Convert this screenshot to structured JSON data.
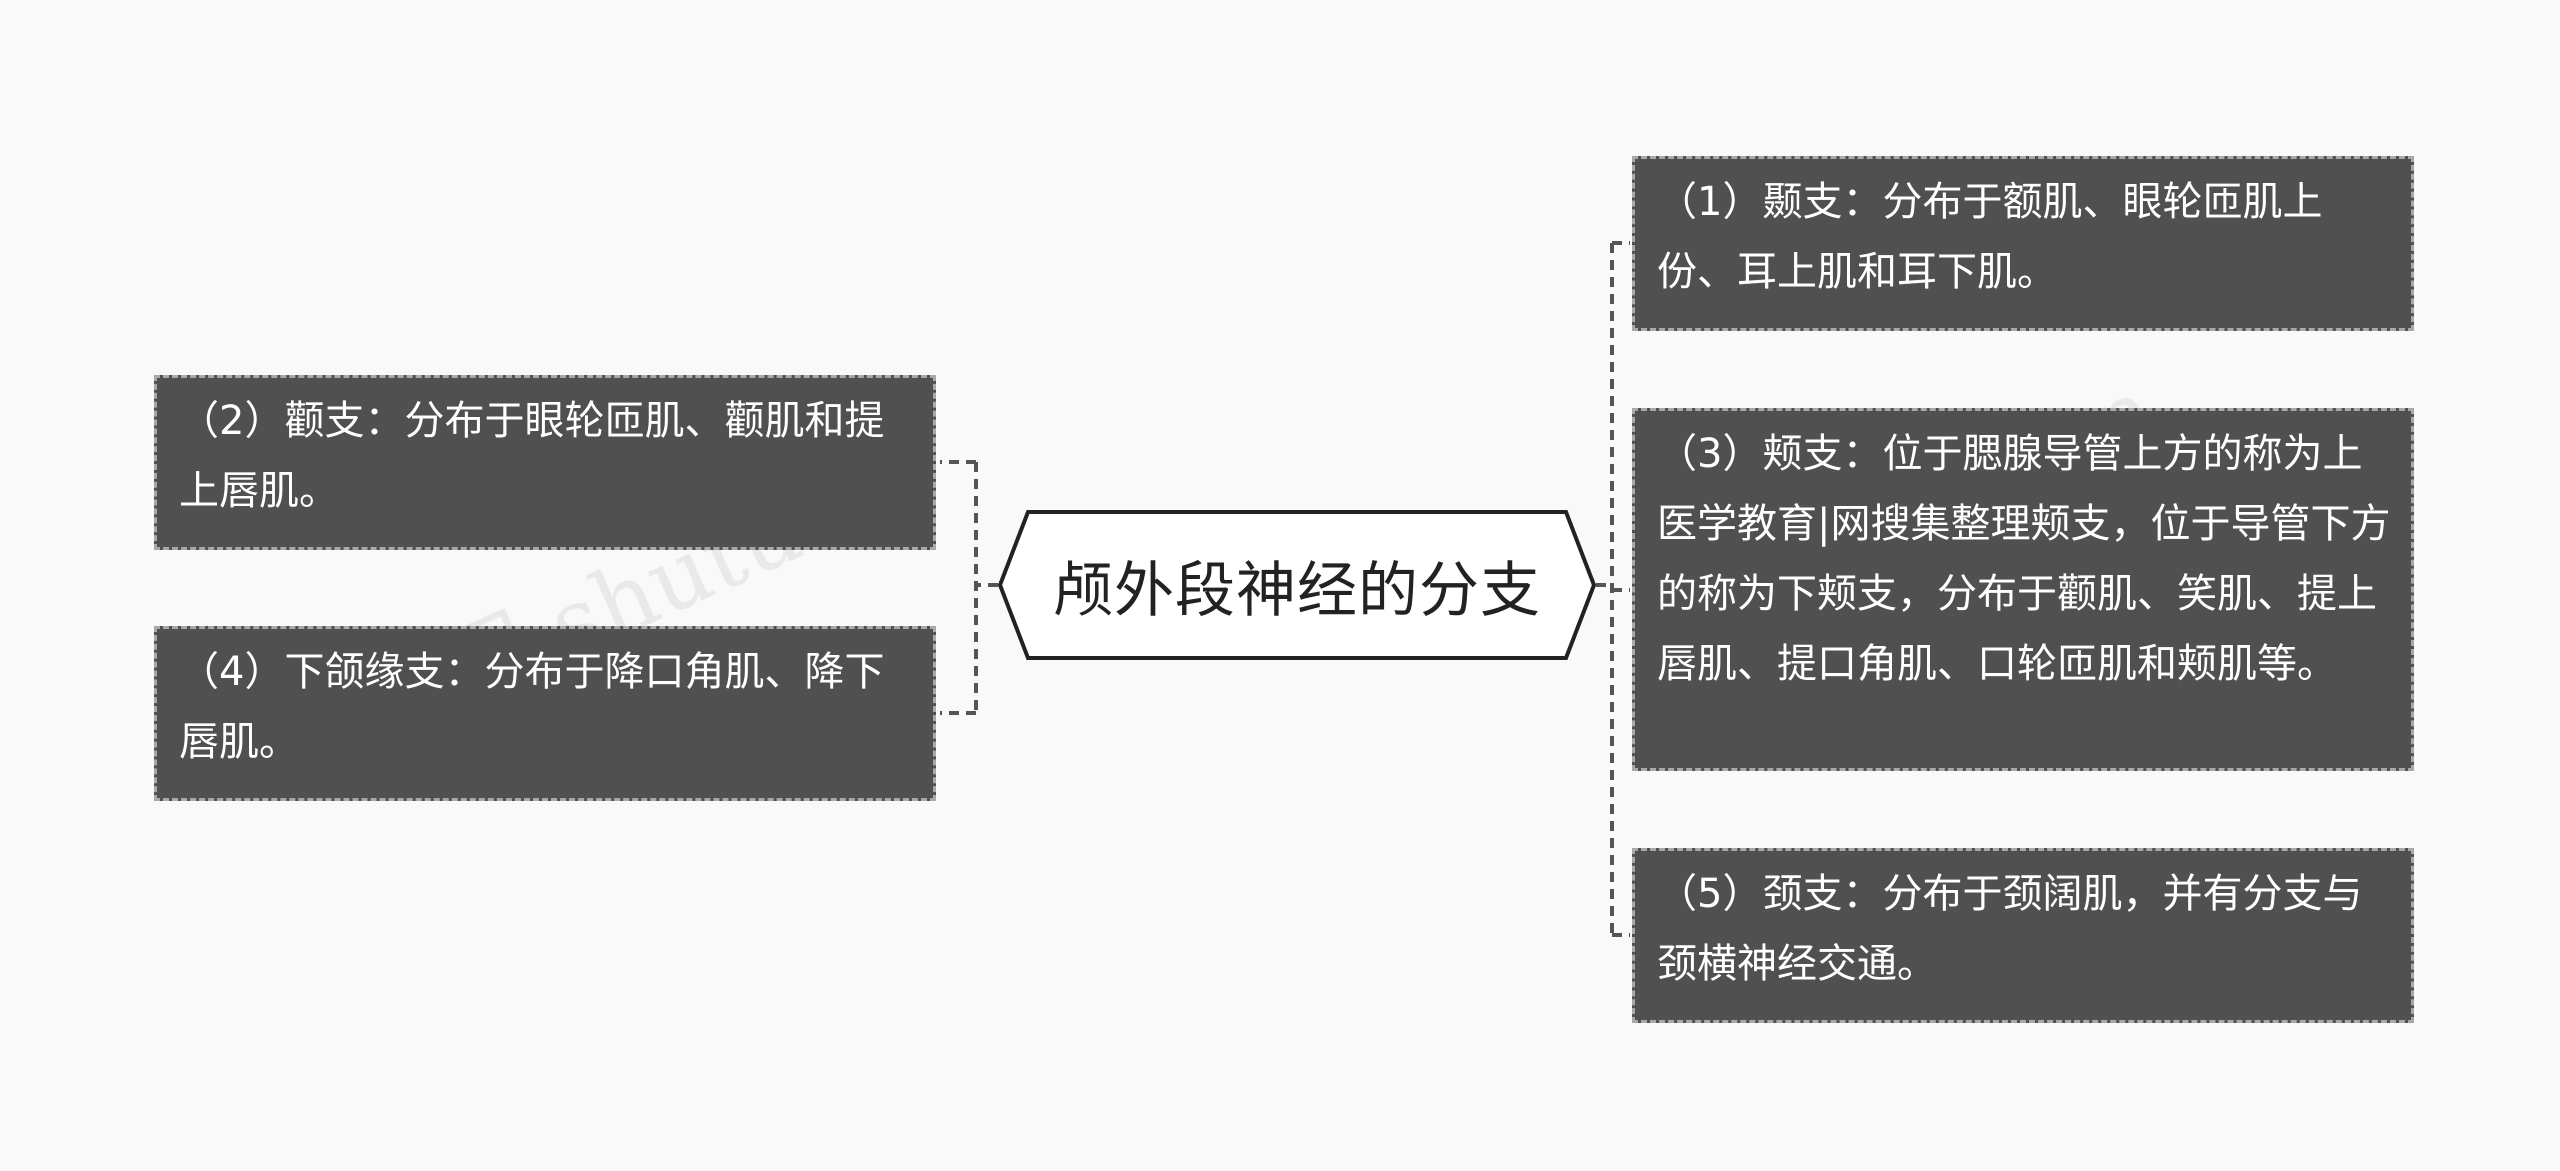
{
  "central_topic": "颅外段神经的分支",
  "branches": {
    "b1": "（1）颞支：分布于额肌、眼轮匝肌上份、耳上肌和耳下肌。",
    "b2": "（2）颧支：分布于眼轮匝肌、颧肌和提上唇肌。",
    "b3": "（3）颊支：位于腮腺导管上方的称为上医学教育|网搜集整理颊支，位于导管下方的称为下颊支，分布于颧肌、笑肌、提上唇肌、提口角肌、口轮匝肌和颊肌等。",
    "b4": "（4）下颌缘支：分布于降口角肌、降下唇肌。",
    "b5": "（5）颈支：分布于颈阔肌，并有分支与颈横神经交通。"
  },
  "watermark": {
    "left": "树图 shutu.cn",
    "right": "shutu.cn"
  },
  "colors": {
    "node_fill": "#505050",
    "node_border": "#a8a8a8",
    "connector": "#555555",
    "center_border": "#222222"
  }
}
